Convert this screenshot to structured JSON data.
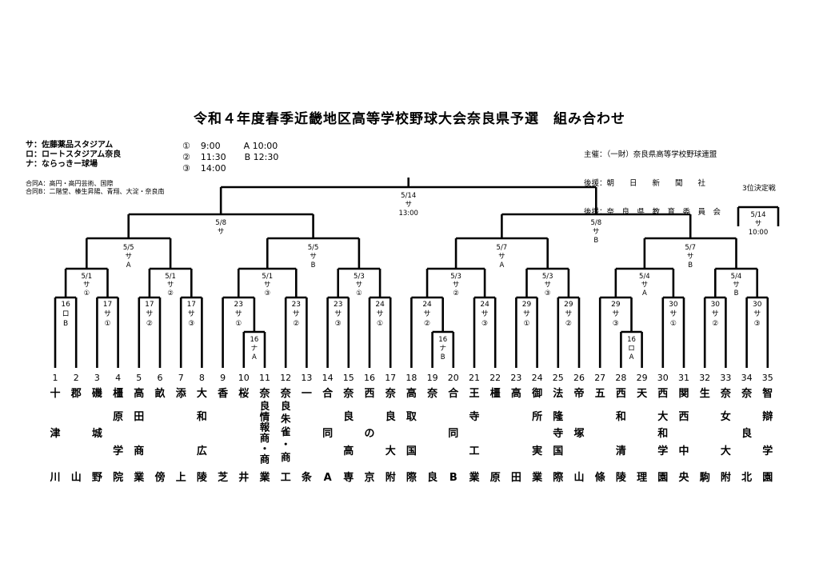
{
  "title": "令和４年度春季近畿地区高等学校野球大会奈良県予選　組み合わせ",
  "venues": [
    "サ：佐藤薬品スタジアム",
    "ロ：ロートスタジアム奈良",
    "ナ：ならっきー球場"
  ],
  "times": [
    {
      "mark": "①",
      "time": "9:00",
      "alt": "A 10:00"
    },
    {
      "mark": "②",
      "time": "11:30",
      "alt": "B 12:30"
    },
    {
      "mark": "③",
      "time": "14:00",
      "alt": ""
    }
  ],
  "joint_notes": [
    "合同A：高円・高円芸術、国際",
    "合同B：二階堂、榛生昇陽、青翔、大淀・奈良南"
  ],
  "sponsors": [
    "主催：（一財）奈良県高等学校野球連盟",
    "後援：朝　　日　　新　　聞　　社",
    "後援：奈　良　県　教　育　委　員　会"
  ],
  "third_place_label": "3位決定戦",
  "third_place_match": [
    "5/14",
    "サ",
    "10:00"
  ],
  "teams": [
    {
      "num": "1",
      "top": "十",
      "mid": [
        "",
        "津",
        ""
      ],
      "bottom": "川"
    },
    {
      "num": "2",
      "top": "郡",
      "mid": [
        "",
        "",
        ""
      ],
      "bottom": "山"
    },
    {
      "num": "3",
      "top": "磯",
      "mid": [
        "",
        "城",
        ""
      ],
      "bottom": "野"
    },
    {
      "num": "4",
      "top": "橿",
      "mid": [
        "原",
        "",
        "学"
      ],
      "bottom": "院"
    },
    {
      "num": "5",
      "top": "高",
      "mid": [
        "田",
        "",
        "商"
      ],
      "bottom": "業"
    },
    {
      "num": "6",
      "top": "畝",
      "mid": [
        "",
        "",
        ""
      ],
      "bottom": "傍"
    },
    {
      "num": "7",
      "top": "添",
      "mid": [
        "",
        "",
        ""
      ],
      "bottom": "上"
    },
    {
      "num": "8",
      "top": "大",
      "mid": [
        "和",
        "",
        "広"
      ],
      "bottom": "陵"
    },
    {
      "num": "9",
      "top": "香",
      "mid": [
        "",
        "",
        ""
      ],
      "bottom": "芝"
    },
    {
      "num": "10",
      "top": "桜",
      "mid": [
        "",
        "",
        ""
      ],
      "bottom": "井"
    },
    {
      "num": "11",
      "top": "奈",
      "mid": [
        "良",
        "情",
        "報",
        "商",
        "・",
        "商"
      ],
      "bottom": "業"
    },
    {
      "num": "12",
      "top": "奈",
      "mid": [
        "良",
        "朱",
        "雀",
        "・",
        "商"
      ],
      "bottom": "工"
    },
    {
      "num": "13",
      "top": "一",
      "mid": [
        "",
        "",
        ""
      ],
      "bottom": "条"
    },
    {
      "num": "14",
      "top": "合",
      "mid": [
        "",
        "同",
        ""
      ],
      "bottom": "A"
    },
    {
      "num": "15",
      "top": "奈",
      "mid": [
        "良",
        "",
        "高"
      ],
      "bottom": "専"
    },
    {
      "num": "16",
      "top": "西",
      "mid": [
        "",
        "の",
        ""
      ],
      "bottom": "京"
    },
    {
      "num": "17",
      "top": "奈",
      "mid": [
        "良",
        "",
        "大"
      ],
      "bottom": "附"
    },
    {
      "num": "18",
      "top": "高",
      "mid": [
        "取",
        "",
        "国"
      ],
      "bottom": "際"
    },
    {
      "num": "19",
      "top": "奈",
      "mid": [
        "",
        "",
        ""
      ],
      "bottom": "良"
    },
    {
      "num": "20",
      "top": "合",
      "mid": [
        "",
        "同",
        ""
      ],
      "bottom": "B"
    },
    {
      "num": "21",
      "top": "王",
      "mid": [
        "寺",
        "",
        "工"
      ],
      "bottom": "業"
    },
    {
      "num": "22",
      "top": "橿",
      "mid": [
        "",
        "",
        ""
      ],
      "bottom": "原"
    },
    {
      "num": "23",
      "top": "高",
      "mid": [
        "",
        "",
        ""
      ],
      "bottom": "田"
    },
    {
      "num": "24",
      "top": "御",
      "mid": [
        "所",
        "",
        "実"
      ],
      "bottom": "業"
    },
    {
      "num": "25",
      "top": "法",
      "mid": [
        "隆",
        "寺",
        "国"
      ],
      "bottom": "際"
    },
    {
      "num": "26",
      "top": "帝",
      "mid": [
        "",
        "塚",
        ""
      ],
      "bottom": "山"
    },
    {
      "num": "27",
      "top": "五",
      "mid": [
        "",
        "",
        ""
      ],
      "bottom": "條"
    },
    {
      "num": "28",
      "top": "西",
      "mid": [
        "和",
        "",
        "清"
      ],
      "bottom": "陵"
    },
    {
      "num": "29",
      "top": "天",
      "mid": [
        "",
        "",
        ""
      ],
      "bottom": "理"
    },
    {
      "num": "30",
      "top": "西",
      "mid": [
        "大",
        "和",
        "学"
      ],
      "bottom": "園"
    },
    {
      "num": "31",
      "top": "関",
      "mid": [
        "西",
        "",
        "中"
      ],
      "bottom": "央"
    },
    {
      "num": "32",
      "top": "生",
      "mid": [
        "",
        "",
        ""
      ],
      "bottom": "駒"
    },
    {
      "num": "33",
      "top": "奈",
      "mid": [
        "女",
        "",
        "大"
      ],
      "bottom": "附"
    },
    {
      "num": "34",
      "top": "奈",
      "mid": [
        "",
        "良",
        ""
      ],
      "bottom": "北"
    },
    {
      "num": "35",
      "top": "智",
      "mid": [
        "辯",
        "",
        "学"
      ],
      "bottom": "園"
    }
  ],
  "match_labels": [
    {
      "id": "final",
      "lines": [
        "5/14",
        "サ",
        "13:00"
      ]
    },
    {
      "id": "sf-left",
      "lines": [
        "5/8",
        "サ"
      ]
    },
    {
      "id": "sf-right",
      "lines": [
        "5/8",
        "サ",
        "B"
      ]
    },
    {
      "id": "qf-1",
      "lines": [
        "5/5",
        "サ",
        "A"
      ]
    },
    {
      "id": "qf-2",
      "lines": [
        "5/5",
        "サ",
        "B"
      ]
    },
    {
      "id": "qf-3",
      "lines": [
        "5/7",
        "サ",
        "A"
      ]
    },
    {
      "id": "qf-4",
      "lines": [
        "5/7",
        "サ",
        "B"
      ]
    },
    {
      "id": "r3-1",
      "lines": [
        "5/1",
        "サ",
        "①"
      ]
    },
    {
      "id": "r3-2",
      "lines": [
        "5/1",
        "サ",
        "②"
      ]
    },
    {
      "id": "r3-3",
      "lines": [
        "5/1",
        "サ",
        "③"
      ]
    },
    {
      "id": "r3-4",
      "lines": [
        "5/3",
        "サ",
        "①"
      ]
    },
    {
      "id": "r3-5",
      "lines": [
        "5/3",
        "サ",
        "②"
      ]
    },
    {
      "id": "r3-6",
      "lines": [
        "5/3",
        "サ",
        "③"
      ]
    },
    {
      "id": "r3-7",
      "lines": [
        "5/4",
        "サ",
        "A"
      ]
    },
    {
      "id": "r3-8",
      "lines": [
        "5/4",
        "サ",
        "B"
      ]
    },
    {
      "id": "r2-1",
      "lines": [
        "16",
        "ロ",
        "B"
      ]
    },
    {
      "id": "r2-2",
      "lines": [
        "17",
        "サ",
        "①"
      ]
    },
    {
      "id": "r2-3",
      "lines": [
        "17",
        "サ",
        "②"
      ]
    },
    {
      "id": "r2-4",
      "lines": [
        "17",
        "サ",
        "③"
      ]
    },
    {
      "id": "r2-5",
      "lines": [
        "23",
        "サ",
        "①"
      ]
    },
    {
      "id": "r1-1",
      "lines": [
        "16",
        "ナ",
        "A"
      ]
    },
    {
      "id": "r2-6",
      "lines": [
        "23",
        "サ",
        "②"
      ]
    },
    {
      "id": "r2-7",
      "lines": [
        "23",
        "サ",
        "③"
      ]
    },
    {
      "id": "r2-8",
      "lines": [
        "24",
        "サ",
        "①"
      ]
    },
    {
      "id": "r2-9",
      "lines": [
        "24",
        "サ",
        "②"
      ]
    },
    {
      "id": "r1-2",
      "lines": [
        "16",
        "ナ",
        "B"
      ]
    },
    {
      "id": "r2-10",
      "lines": [
        "24",
        "サ",
        "③"
      ]
    },
    {
      "id": "r2-11",
      "lines": [
        "29",
        "サ",
        "①"
      ]
    },
    {
      "id": "r2-12",
      "lines": [
        "29",
        "サ",
        "②"
      ]
    },
    {
      "id": "r2-13",
      "lines": [
        "29",
        "サ",
        "③"
      ]
    },
    {
      "id": "r1-3",
      "lines": [
        "16",
        "ロ",
        "A"
      ]
    },
    {
      "id": "r2-14",
      "lines": [
        "30",
        "サ",
        "①"
      ]
    },
    {
      "id": "r2-15",
      "lines": [
        "30",
        "サ",
        "②"
      ]
    },
    {
      "id": "r2-16",
      "lines": [
        "30",
        "サ",
        "③"
      ]
    }
  ]
}
